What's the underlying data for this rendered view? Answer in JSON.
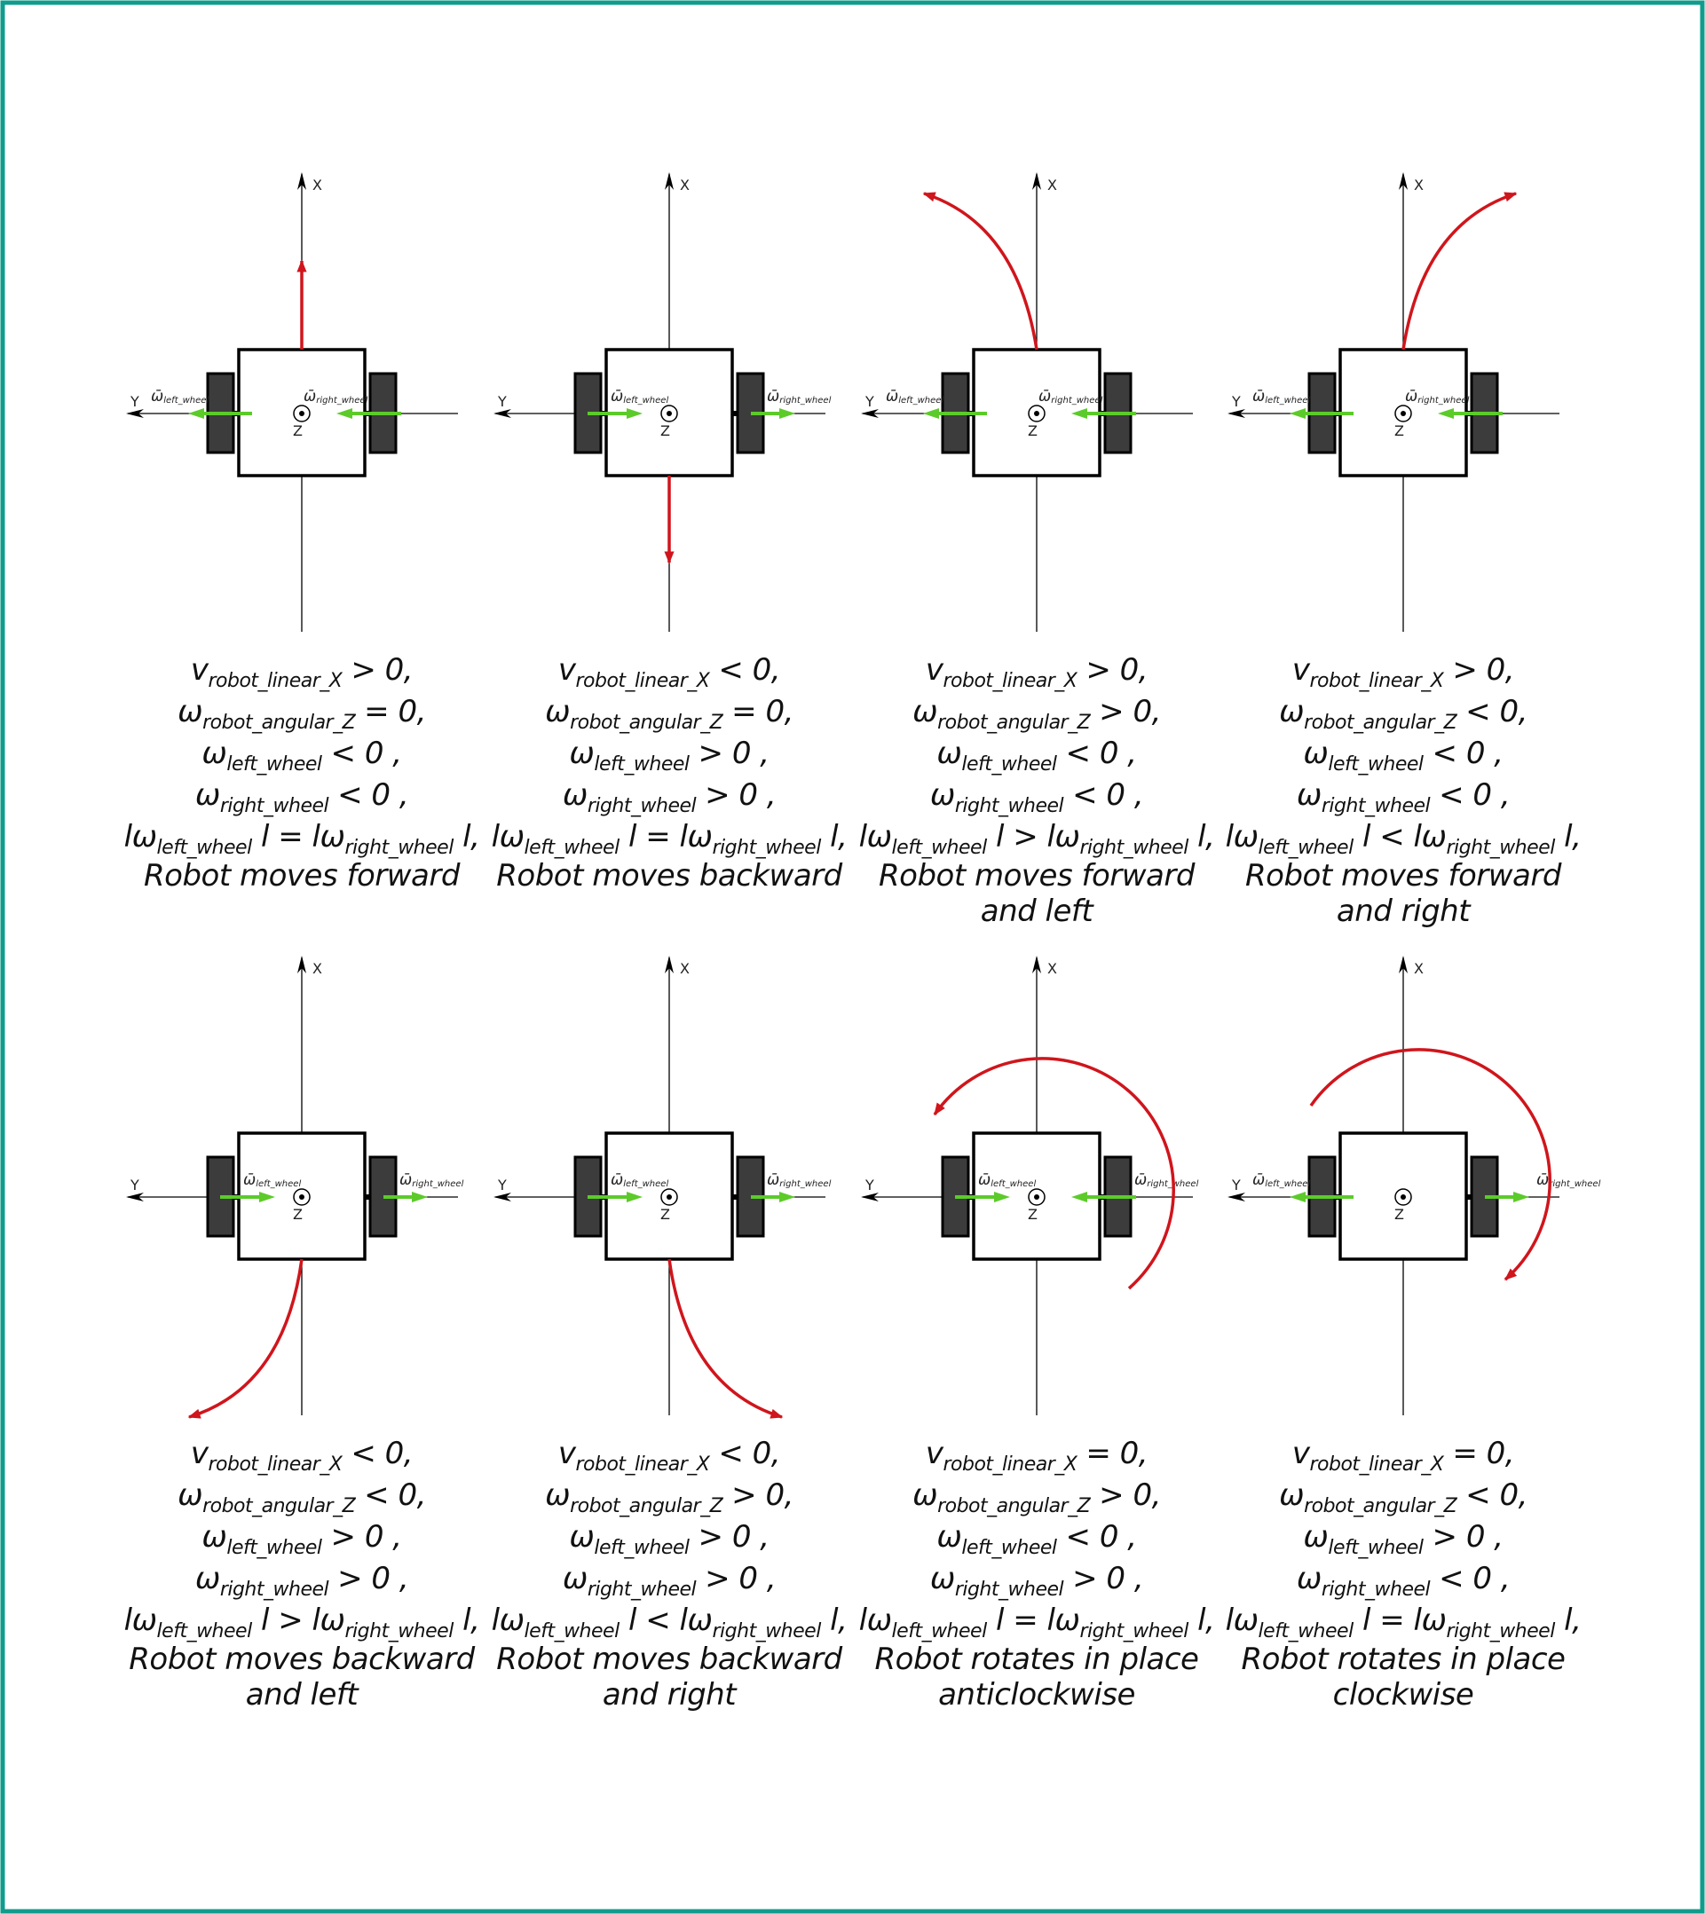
{
  "colors": {
    "frame": "#109C8C",
    "motion_arrow": "#D0151C",
    "wheel_arrow": "#5CCB2A",
    "wheel_fill": "#3C3C3C",
    "line": "#000000"
  },
  "axis_labels": {
    "x": "X",
    "y": "Y",
    "z": "Z"
  },
  "vector_labels": {
    "left": "ω̄left_wheel",
    "right": "ω̄right_wheel"
  },
  "panels": [
    {
      "motion": "forward",
      "left_arrow": "left",
      "right_arrow": "left",
      "lines": [
        [
          "v",
          "robot_linear_X",
          "> 0,"
        ],
        [
          "ω",
          "robot_angular_Z",
          "= 0,"
        ],
        [
          "ω",
          "left_wheel",
          "< 0 ,"
        ],
        [
          "ω",
          "right_wheel",
          "< 0 ,"
        ]
      ],
      "magnitude": {
        "left": "left_wheel",
        "op": "=",
        "right": "right_wheel"
      },
      "description": [
        "Robot moves forward"
      ]
    },
    {
      "motion": "backward",
      "left_arrow": "right",
      "right_arrow": "right",
      "lines": [
        [
          "v",
          "robot_linear_X",
          "< 0,"
        ],
        [
          "ω",
          "robot_angular_Z",
          "= 0,"
        ],
        [
          "ω",
          "left_wheel",
          "> 0 ,"
        ],
        [
          "ω",
          "right_wheel",
          "> 0 ,"
        ]
      ],
      "magnitude": {
        "left": "left_wheel",
        "op": "=",
        "right": "right_wheel"
      },
      "description": [
        "Robot moves backward"
      ]
    },
    {
      "motion": "forward-left",
      "left_arrow": "left",
      "right_arrow": "left",
      "lines": [
        [
          "v",
          "robot_linear_X",
          "> 0,"
        ],
        [
          "ω",
          "robot_angular_Z",
          "> 0,"
        ],
        [
          "ω",
          "left_wheel",
          "< 0 ,"
        ],
        [
          "ω",
          "right_wheel",
          "< 0 ,"
        ]
      ],
      "magnitude": {
        "left": "left_wheel",
        "op": ">",
        "right": "right_wheel"
      },
      "description": [
        "Robot moves forward",
        "and left"
      ]
    },
    {
      "motion": "forward-right",
      "left_arrow": "left",
      "right_arrow": "left",
      "lines": [
        [
          "v",
          "robot_linear_X",
          "> 0,"
        ],
        [
          "ω",
          "robot_angular_Z",
          "< 0,"
        ],
        [
          "ω",
          "left_wheel",
          "< 0 ,"
        ],
        [
          "ω",
          "right_wheel",
          "< 0 ,"
        ]
      ],
      "magnitude": {
        "left": "left_wheel",
        "op": "<",
        "right": "right_wheel"
      },
      "description": [
        "Robot moves forward",
        "and right"
      ]
    },
    {
      "motion": "backward-left",
      "left_arrow": "right",
      "right_arrow": "right",
      "lines": [
        [
          "v",
          "robot_linear_X",
          "< 0,"
        ],
        [
          "ω",
          "robot_angular_Z",
          "< 0,"
        ],
        [
          "ω",
          "left_wheel",
          "> 0 ,"
        ],
        [
          "ω",
          "right_wheel",
          "> 0 ,"
        ]
      ],
      "magnitude": {
        "left": "left_wheel",
        "op": ">",
        "right": "right_wheel"
      },
      "description": [
        "Robot moves backward",
        "and left"
      ]
    },
    {
      "motion": "backward-right",
      "left_arrow": "right",
      "right_arrow": "right",
      "lines": [
        [
          "v",
          "robot_linear_X",
          "< 0,"
        ],
        [
          "ω",
          "robot_angular_Z",
          "> 0,"
        ],
        [
          "ω",
          "left_wheel",
          "> 0 ,"
        ],
        [
          "ω",
          "right_wheel",
          "> 0 ,"
        ]
      ],
      "magnitude": {
        "left": "left_wheel",
        "op": "<",
        "right": "right_wheel"
      },
      "description": [
        "Robot moves backward",
        "and right"
      ]
    },
    {
      "motion": "rotate-ccw",
      "left_arrow": "right",
      "right_arrow": "left",
      "lines": [
        [
          "v",
          "robot_linear_X",
          "= 0,"
        ],
        [
          "ω",
          "robot_angular_Z",
          "> 0,"
        ],
        [
          "ω",
          "left_wheel",
          "< 0 ,"
        ],
        [
          "ω",
          "right_wheel",
          "> 0 ,"
        ]
      ],
      "magnitude": {
        "left": "left_wheel",
        "op": "=",
        "right": "right_wheel"
      },
      "description": [
        "Robot rotates in place",
        "anticlockwise"
      ]
    },
    {
      "motion": "rotate-cw",
      "left_arrow": "left",
      "right_arrow": "right",
      "lines": [
        [
          "v",
          "robot_linear_X",
          "= 0,"
        ],
        [
          "ω",
          "robot_angular_Z",
          "< 0,"
        ],
        [
          "ω",
          "left_wheel",
          "> 0 ,"
        ],
        [
          "ω",
          "right_wheel",
          "< 0 ,"
        ]
      ],
      "magnitude": {
        "left": "left_wheel",
        "op": "=",
        "right": "right_wheel"
      },
      "description": [
        "Robot rotates in place",
        "clockwise"
      ]
    }
  ]
}
